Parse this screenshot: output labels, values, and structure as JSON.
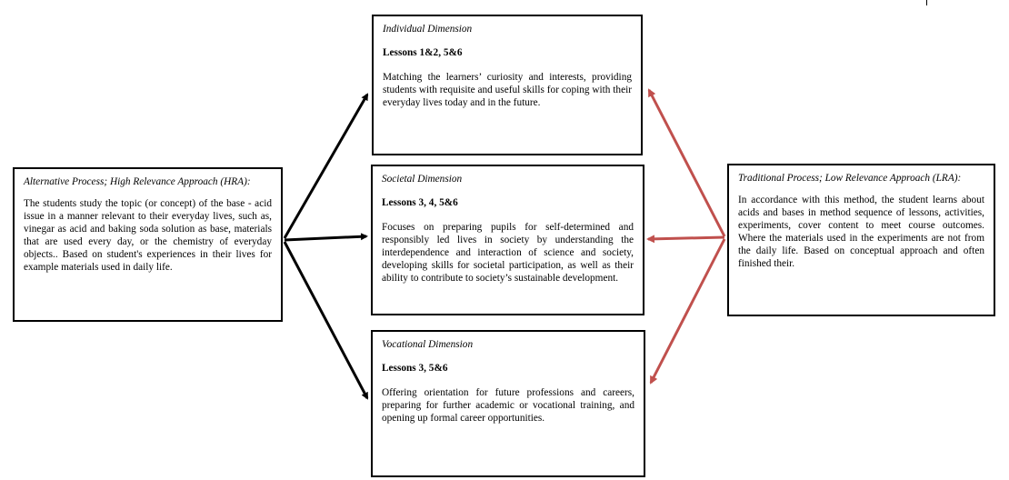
{
  "dimensions": {
    "individual": {
      "title": "Individual Dimension",
      "lessons": "Lessons 1&2, 5&6",
      "text": "Matching the learners’ curiosity and interests, providing students with requisite and useful skills for coping with their everyday lives today and in the future."
    },
    "societal": {
      "title": "Societal Dimension",
      "lessons": "Lessons 3, 4, 5&6",
      "text": "Focuses on preparing pupils for self-determined and responsibly led lives in society by understanding the interdependence and interaction of science and society, developing skills for societal participation, as well as their ability to contribute to society’s sustainable development."
    },
    "vocational": {
      "title": "Vocational Dimension",
      "lessons": "Lessons 3, 5&6",
      "text": "Offering orientation for future professions and careers, preparing for further academic or vocational training, and opening up formal career opportunities."
    }
  },
  "hra": {
    "title": "Alternative Process; High Relevance Approach (HRA):",
    "text": "The students study the topic (or concept) of the base - acid issue in a manner relevant to their everyday lives, such as, vinegar as acid and baking soda solution as base, materials that are used every day, or the chemistry of everyday objects.. Based on student's experiences in their lives for example materials used in daily life."
  },
  "lra": {
    "title": "Traditional Process; Low Relevance Approach (LRA):",
    "text": "In accordance with this method, the student learns about acids and bases in method sequence of lessons, activities, experiments, cover content to meet course outcomes. Where the materials used in the experiments are not from the daily life. Based on conceptual approach and often finished their."
  },
  "colors": {
    "hra_arrow": "#000000",
    "lra_arrow": "#c0504d",
    "border": "#000000"
  }
}
